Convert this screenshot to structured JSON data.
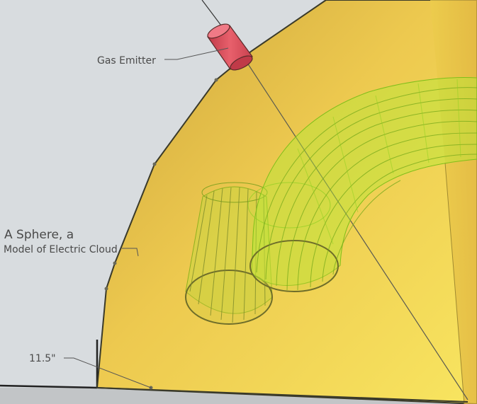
{
  "labels": {
    "gas_emitter": "Gas Emitter",
    "sphere_title": "A Sphere, a",
    "sphere_subtitle": "Model of Electric Cloud",
    "dimension": "11.5\""
  },
  "colors": {
    "background": "#d8dcdf",
    "sphere_light": "#f5de5a",
    "sphere_dark": "#c9a338",
    "emitter": "#e0505e",
    "field_lines": "#8fdc1f",
    "floor": "#c2c5c7"
  }
}
